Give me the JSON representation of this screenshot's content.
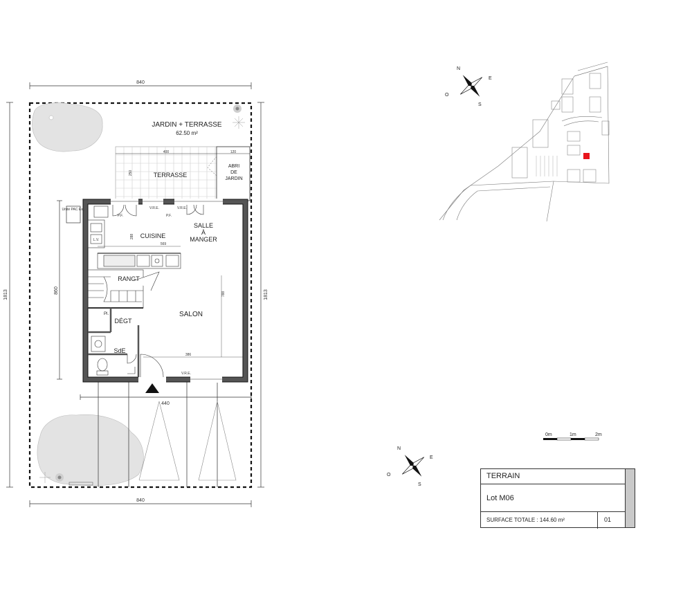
{
  "plan": {
    "garden_title": "JARDIN + TERRASSE",
    "garden_area": "62.50 m²",
    "rooms": {
      "terrasse": "TERRASSE",
      "abri_line1": "ABRI",
      "abri_line2": "DE",
      "abri_line3": "JARDIN",
      "cuisine": "CUISINE",
      "salle_line1": "SALLE",
      "salle_line2": "À",
      "salle_line3": "MANGER",
      "rangt": "RANGT",
      "salon": "SALON",
      "degt": "DÉGT",
      "sde": "SdE",
      "pl": "Pl."
    },
    "dimensions": {
      "top_width": "840",
      "bottom_width": "840",
      "left_height": "1813",
      "right_height": "1813",
      "terrace_width": "400",
      "abri_width": "120",
      "terrace_depth": "250",
      "house_height": "860",
      "kitchen_depth": "288",
      "kitchen_width": "569",
      "salon_height": "788",
      "salon_width": "386",
      "front_width": "440"
    },
    "small_labels": {
      "unite_pac": "Unité PAC Ext.",
      "vre": "V.R.E.",
      "lv": "L.V.",
      "pf": "P.F."
    }
  },
  "scale": {
    "label_0": "0m",
    "label_1": "1m",
    "label_2": "2m"
  },
  "compass": {
    "n": "N",
    "e": "E",
    "s": "S",
    "o": "O"
  },
  "cartouche": {
    "title": "TERRAIN",
    "lot": "Lot M06",
    "surface": "SURFACE TOTALE : 144.60 m²",
    "sheet": "01"
  },
  "colors": {
    "highlight_lot": "#e8141b",
    "wall": "#555555",
    "tile": "#cfcfcf",
    "tree": "#e3e3e3"
  }
}
